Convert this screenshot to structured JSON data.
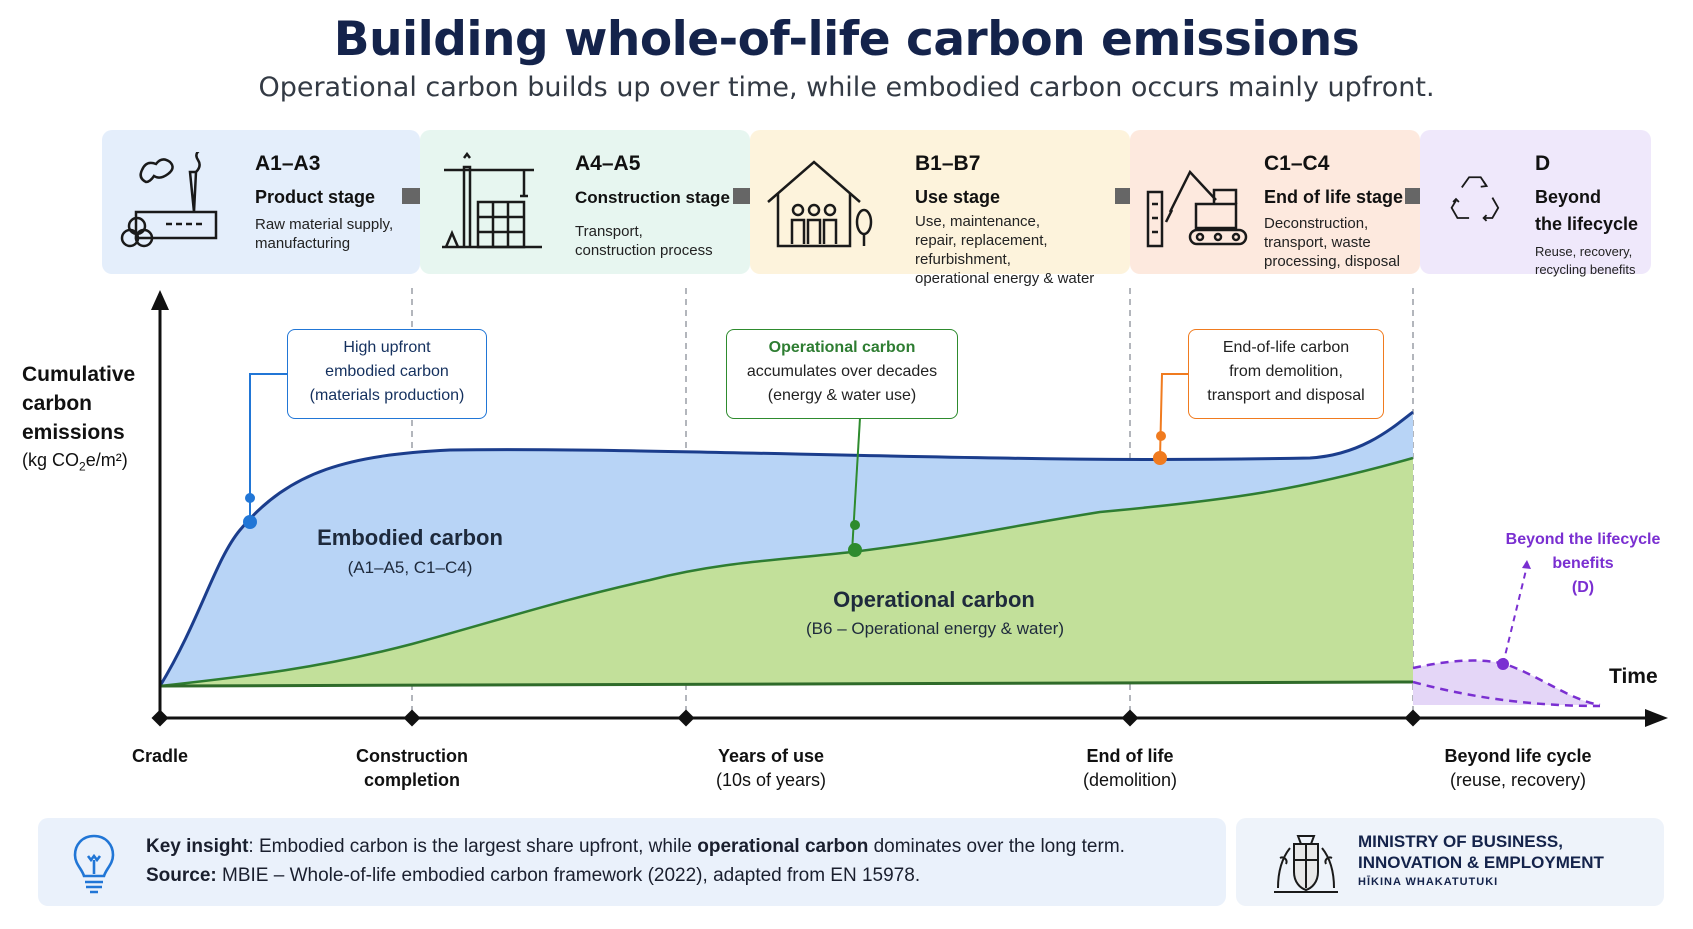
{
  "title": "Building whole-of-life carbon emissions",
  "subtitle": "Operational carbon builds up over time, while embodied carbon occurs mainly upfront.",
  "stages": [
    {
      "code": "A1–A3",
      "name": "Product stage",
      "desc": [
        "Raw material supply,",
        "manufacturing"
      ],
      "color": "#e4eefb"
    },
    {
      "code": "A4–A5",
      "name": "Construction stage",
      "desc": [
        "Transport,",
        "construction process"
      ],
      "color": "#e7f6f0"
    },
    {
      "code": "B1–B7",
      "name": "Use stage",
      "desc": [
        "Use, maintenance,",
        "repair, replacement,",
        "refurbishment,",
        "operational energy & water"
      ],
      "color": "#fdf3dc"
    },
    {
      "code": "C1–C4",
      "name": "End of life stage",
      "desc": [
        "Deconstruction,",
        "transport, waste",
        "processing, disposal"
      ],
      "color": "#fde9de"
    },
    {
      "code": "D",
      "name": [
        "Beyond",
        "the lifecycle"
      ],
      "desc": [
        "Reuse, recovery,",
        "recycling benefits"
      ],
      "color": "#efe8fb"
    }
  ],
  "y_axis": {
    "label": [
      "Cumulative",
      "carbon",
      "emissions"
    ],
    "unit_prefix": "(kg CO",
    "unit_sub": "2",
    "unit_suffix": "e/m²)"
  },
  "x_axis": {
    "time_label": "Time",
    "milestones": [
      {
        "line1": "Cradle",
        "line2": ""
      },
      {
        "line1": "Construction",
        "line2": "completion"
      },
      {
        "line1": "Years of use",
        "line2": "(10s of years)"
      },
      {
        "line1": "End of life",
        "line2": "(demolition)"
      },
      {
        "line1": "Beyond life cycle",
        "line2": "(reuse, recovery)"
      }
    ]
  },
  "areas": {
    "embodied": {
      "title": "Embodied carbon",
      "sub": "(A1–A5, C1–C4)",
      "color": "#b8d4f6",
      "line": "#1b3d8c"
    },
    "operational": {
      "title": "Operational carbon",
      "sub": "(B6 – Operational energy & water)",
      "color": "#c2e09a",
      "line": "#2e7d32"
    }
  },
  "callouts": {
    "upfront": [
      "High upfront",
      "embodied carbon",
      "(materials production)"
    ],
    "operational": [
      "Operational carbon",
      "accumulates over decades",
      "(energy & water use)"
    ],
    "eol": [
      "End-of-life carbon",
      "from demolition,",
      "transport and disposal"
    ]
  },
  "beyond": [
    "Beyond the lifecycle",
    "benefits",
    "(D)"
  ],
  "insight": {
    "key_label": "Key insight",
    "key_a": ": Embodied carbon is the largest share upfront, while ",
    "key_bold": "operational carbon",
    "key_b": " dominates over the long term.",
    "source_label": "Source:",
    "source_text": " MBIE – Whole-of-life embodied carbon framework (2022), adapted from EN 15978."
  },
  "ministry": {
    "line1": "MINISTRY OF BUSINESS,",
    "line2": "INNOVATION & EMPLOYMENT",
    "line3": "HĪKINA WHAKATUTUKI"
  }
}
